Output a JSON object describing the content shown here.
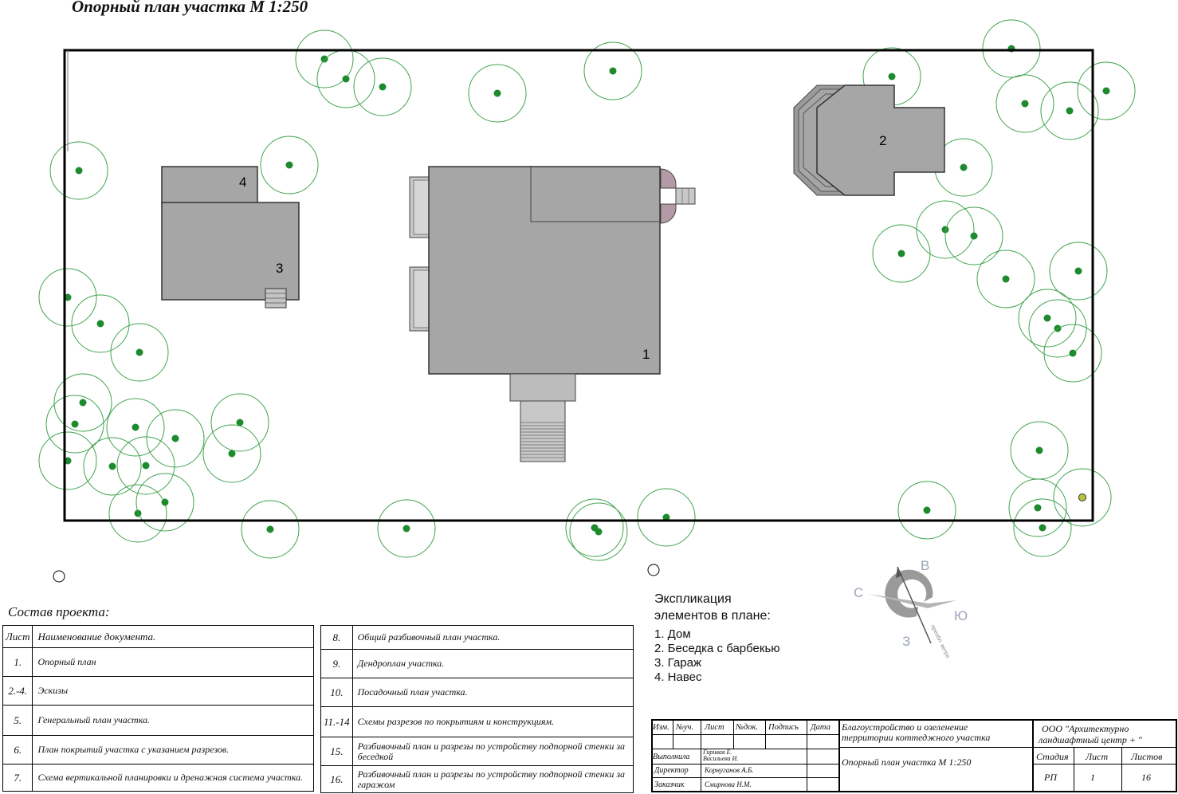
{
  "title": "Опорный план участка  М 1:250",
  "buildings": [
    {
      "num": "1",
      "name": "Дом"
    },
    {
      "num": "2",
      "name": "Беседка с барбекью"
    },
    {
      "num": "3",
      "name": "Гараж"
    },
    {
      "num": "4",
      "name": "Навес"
    }
  ],
  "compass": {
    "n": "В",
    "w": "С",
    "e": "Ю",
    "s": "З",
    "wind": "преобл. ветра"
  },
  "sostav": {
    "title": "Состав проекта:",
    "head_num": "Лист",
    "head_name": "Наименование документа.",
    "left": [
      {
        "num": "1.",
        "name": "Опорный план"
      },
      {
        "num": "2.-4.",
        "name": "Эскизы"
      },
      {
        "num": "5.",
        "name": "Генеральный план участка."
      },
      {
        "num": "6.",
        "name": "План покрытий участка с указанием разрезов."
      },
      {
        "num": "7.",
        "name": "Схема вертикальной планировки и дренажная система участка."
      }
    ],
    "right": [
      {
        "num": "8.",
        "name": "Общий разбивочный план участка."
      },
      {
        "num": "9.",
        "name": "Дендроплан участка."
      },
      {
        "num": "10.",
        "name": "Посадочный план участка."
      },
      {
        "num": "11.-14",
        "name": "Схемы разрезов по покрытиям и конструкциям."
      },
      {
        "num": "15.",
        "name": "Разбивочный план и разрезы по устройству подпорной стенки за беседкой"
      },
      {
        "num": "16.",
        "name": "Разбивочный план и разрезы по устройству подпорной стенки за гаражом"
      }
    ]
  },
  "explication": {
    "title1": "Экспликация",
    "title2": "элементов в плане:",
    "items": [
      "1. Дом",
      "2. Беседка с барбекью",
      "3. Гараж",
      "4. Навес"
    ]
  },
  "stamp": {
    "h_izm": "Изм.",
    "h_nuch": "№уч.",
    "h_list": "Лист",
    "h_ndok": "№док.",
    "h_podp": "Подпись",
    "h_data": "Дата",
    "project1": "Благоустройство и озеленение",
    "project2": "территории коттеджного участка",
    "org1": "ООО   \"Архитектурно",
    "org2": "ландшафтный центр + \"",
    "sheet_title": "Опорный план участка   М  1:250",
    "r1_role": "Выполнила",
    "r1_name1": "Гиривая Е.",
    "r1_name2": "Васильева И.",
    "r2_role": "Директор",
    "r2_name": "Корнуганов А.Б.",
    "r3_role": "Заказчик",
    "r3_name": "Смирнова Н.М.",
    "h_stadia": "Стадия",
    "h_sheet": "Лист",
    "h_sheets": "Листов",
    "stadia": "РП",
    "sheet": "1",
    "sheets": "16"
  }
}
